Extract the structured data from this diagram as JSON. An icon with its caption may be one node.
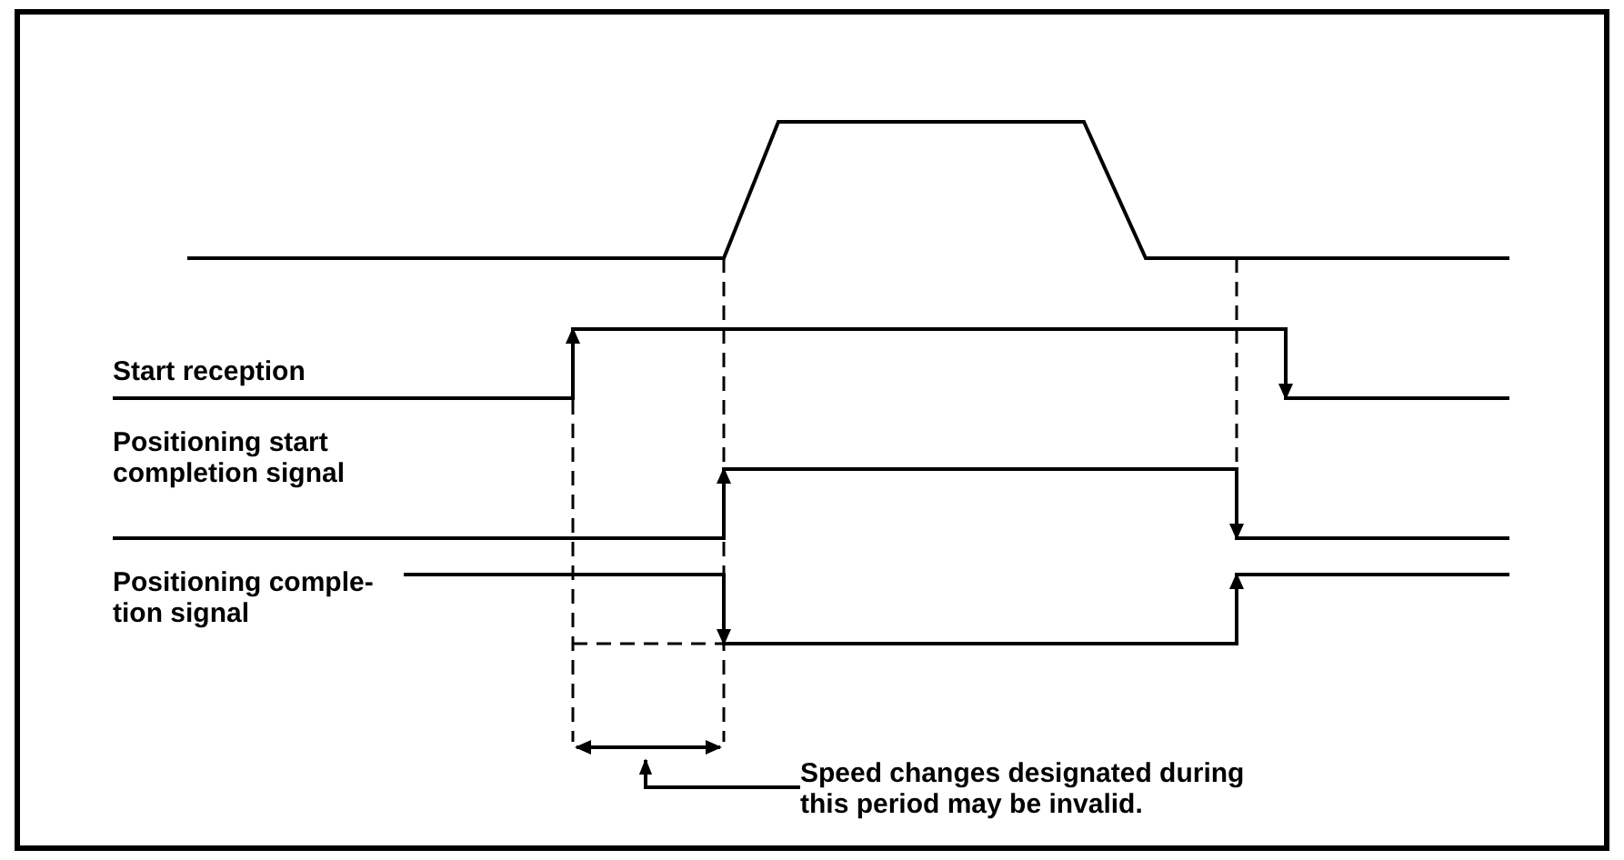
{
  "diagram": {
    "nodes": [
      {
        "text": [
          "Speed changes designated during this period may be invalid."
        ]
      },
      {
        "text": [],
        "shape": "bar"
      }
    ],
    "edges": [
      {
        "from": 0,
        "to": 1,
        "arrow": "to"
      }
    ],
    "labels": [
      "Start reception",
      "Positioning start completion signal",
      "Positioning comple- tion signal"
    ]
  }
}
